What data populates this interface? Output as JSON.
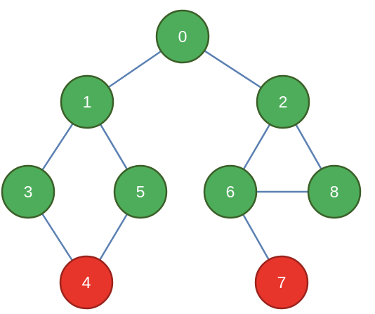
{
  "diagram": {
    "type": "graph",
    "colors": {
      "default_fill": "#4ead5b",
      "default_stroke": "#3b5f28",
      "highlight_fill": "#e8352b",
      "highlight_stroke": "#9b231c",
      "edge": "#5b80b2",
      "label": "#ffffff"
    },
    "nodes": [
      {
        "id": "0",
        "label": "0",
        "highlighted": false
      },
      {
        "id": "1",
        "label": "1",
        "highlighted": false
      },
      {
        "id": "2",
        "label": "2",
        "highlighted": false
      },
      {
        "id": "3",
        "label": "3",
        "highlighted": false
      },
      {
        "id": "5",
        "label": "5",
        "highlighted": false
      },
      {
        "id": "6",
        "label": "6",
        "highlighted": false
      },
      {
        "id": "8",
        "label": "8",
        "highlighted": false
      },
      {
        "id": "4",
        "label": "4",
        "highlighted": true
      },
      {
        "id": "7",
        "label": "7",
        "highlighted": true
      }
    ],
    "edges": [
      {
        "from": "0",
        "to": "1"
      },
      {
        "from": "0",
        "to": "2"
      },
      {
        "from": "1",
        "to": "3"
      },
      {
        "from": "1",
        "to": "5"
      },
      {
        "from": "2",
        "to": "6"
      },
      {
        "from": "2",
        "to": "8"
      },
      {
        "from": "6",
        "to": "8"
      },
      {
        "from": "3",
        "to": "4"
      },
      {
        "from": "5",
        "to": "4"
      },
      {
        "from": "6",
        "to": "7"
      }
    ]
  }
}
